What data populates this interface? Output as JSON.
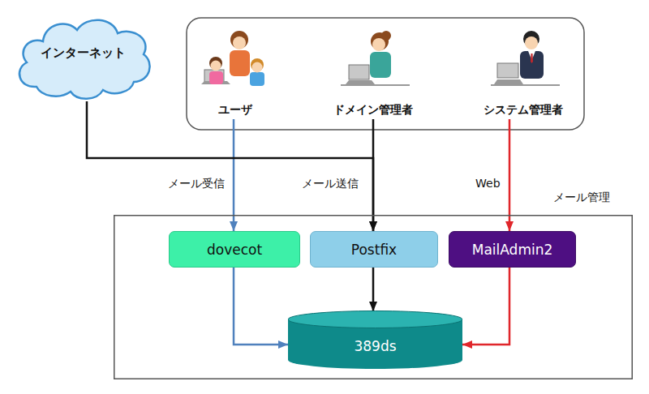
{
  "diagram": {
    "nodes": [
      {
        "text": [
          "インターネット"
        ]
      },
      {
        "text": [
          "ユーザ"
        ]
      },
      {
        "text": [
          "ドメイン管理者"
        ]
      },
      {
        "text": [
          "システム管理者"
        ]
      },
      {
        "text": [
          "メール管理"
        ]
      },
      {
        "text": [
          "dovecot"
        ],
        "in": 4
      },
      {
        "text": [
          "Postfix"
        ],
        "in": 4
      },
      {
        "text": [
          "MailAdmin2"
        ],
        "in": 4
      },
      {
        "text": [
          "389ds"
        ],
        "in": 4
      }
    ],
    "edges": [
      {
        "from": 1,
        "to": 5,
        "arrow": "to",
        "label": "メール受信"
      },
      {
        "from": 0,
        "to": 6,
        "arrow": "to"
      },
      {
        "from": 2,
        "to": 6,
        "arrow": "to",
        "label": "メール送信"
      },
      {
        "from": 3,
        "to": 7,
        "arrow": "to",
        "label": "Web"
      },
      {
        "from": 5,
        "to": 8,
        "arrow": "to"
      },
      {
        "from": 6,
        "to": 8,
        "arrow": "to"
      },
      {
        "from": 7,
        "to": 8,
        "arrow": "to"
      }
    ]
  }
}
